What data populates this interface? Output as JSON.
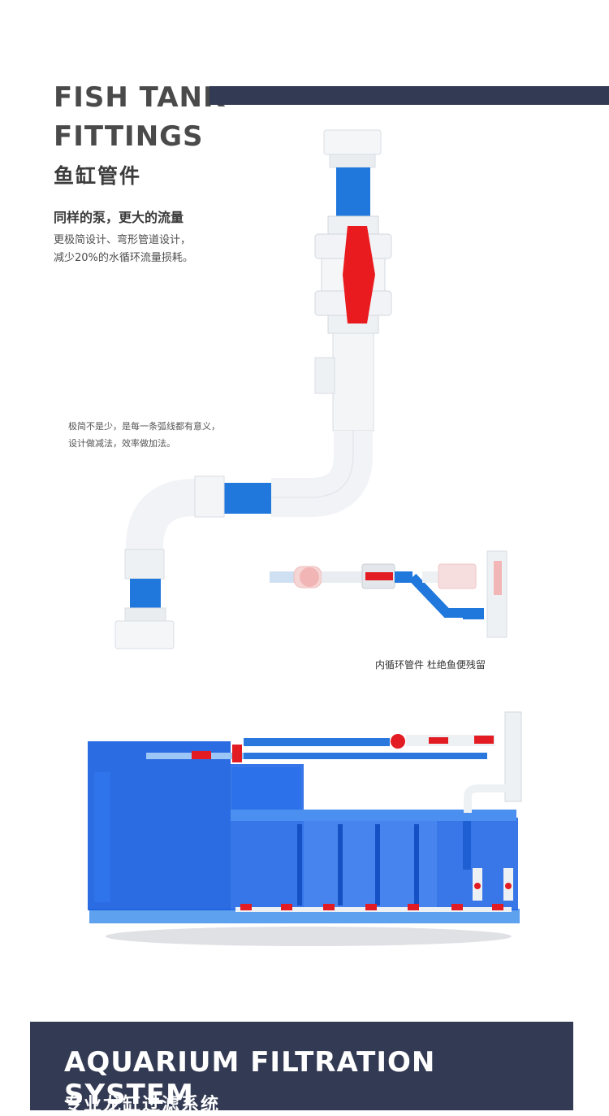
{
  "header": {
    "title_en_line1": "FISH TANK",
    "title_en_line2": "FITTINGS",
    "title_cn": "鱼缸管件"
  },
  "intro": {
    "subheading": "同样的泵，更大的流量",
    "line1": "更极简设计、弯形管道设计，",
    "line2": "减少20%的水循环流量损耗。"
  },
  "note": {
    "line1": "极简不是少，是每一条弧线都有意义，",
    "line2": "设计做减法，效率做加法。"
  },
  "caption": "内循环管件   杜绝鱼便残留",
  "banner": {
    "title_en": "AQUARIUM FILTRATION SYSTEM",
    "title_cn": "专业龙缸过滤系统"
  },
  "colors": {
    "accent_navy": "#333a53",
    "pipe_blue": "#1e73d8",
    "valve_red": "#e8101a",
    "fitting_white": "#eef1f5",
    "tank_blue": "#1a5fe0"
  },
  "icons": [
    "pipe-fitting-illustration",
    "ball-valve-icon",
    "aquarium-filter-tank-illustration"
  ]
}
